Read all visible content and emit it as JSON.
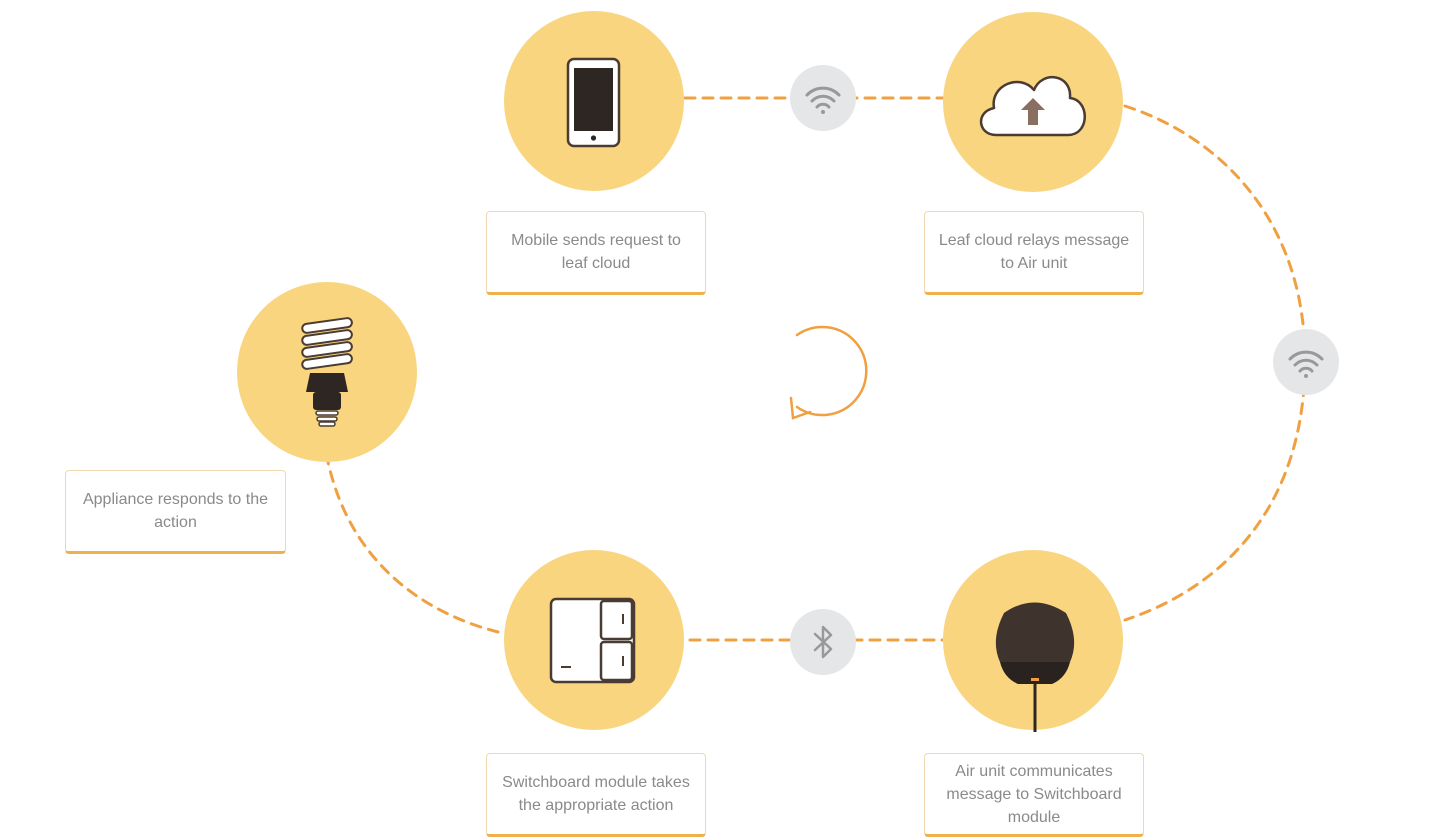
{
  "steps": [
    {
      "id": "mobile",
      "icon": "mobile-phone-icon",
      "label": "Mobile sends request to leaf cloud"
    },
    {
      "id": "cloud",
      "icon": "cloud-upload-icon",
      "label": "Leaf cloud relays message to Air unit"
    },
    {
      "id": "air-unit",
      "icon": "air-unit-device-icon",
      "label": "Air unit communicates message to Switchboard module"
    },
    {
      "id": "switchboard",
      "icon": "switchboard-module-icon",
      "label": "Switchboard module takes the appropriate action"
    },
    {
      "id": "appliance",
      "icon": "light-bulb-icon",
      "label": "Appliance responds to the action"
    }
  ],
  "connections": [
    {
      "from": "mobile",
      "to": "cloud",
      "protocol": "wifi-icon"
    },
    {
      "from": "cloud",
      "to": "air-unit",
      "protocol": "wifi-icon"
    },
    {
      "from": "air-unit",
      "to": "switchboard",
      "protocol": "bluetooth-icon"
    },
    {
      "from": "switchboard",
      "to": "appliance",
      "protocol": ""
    }
  ],
  "center_icon": "cycle-arrow-icon",
  "colors": {
    "node_fill": "#f8d57e",
    "connector": "#f0a040",
    "badge_fill": "#e5e6e8",
    "badge_icon": "#999999",
    "icon_dark": "#4a3b33",
    "caption_border": "#f0b04a",
    "caption_text": "#8a8a8a"
  }
}
